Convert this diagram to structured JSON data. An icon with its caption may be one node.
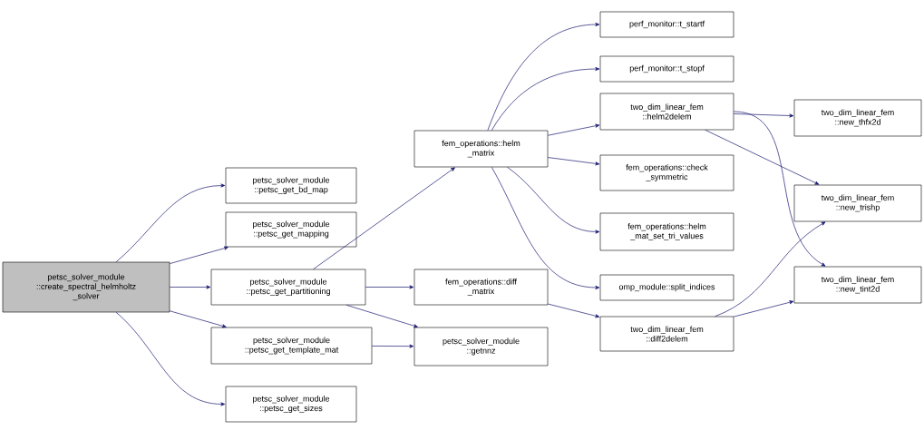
{
  "diagram": {
    "nodes": [
      {
        "text": [
          "petsc_solver_module ::create_spectral_helmholtz _solver"
        ]
      },
      {
        "text": [
          "petsc_solver_module ::petsc_get_bd_map"
        ]
      },
      {
        "text": [
          "petsc_solver_module ::petsc_get_mapping"
        ]
      },
      {
        "text": [
          "petsc_solver_module ::petsc_get_partitioning"
        ]
      },
      {
        "text": [
          "petsc_solver_module ::petsc_get_template_mat"
        ]
      },
      {
        "text": [
          "petsc_solver_module ::petsc_get_sizes"
        ]
      },
      {
        "text": [
          "fem_operations::helm _matrix"
        ]
      },
      {
        "text": [
          "fem_operations::diff _matrix"
        ]
      },
      {
        "text": [
          "petsc_solver_module ::getnnz"
        ]
      },
      {
        "text": [
          "perf_monitor::t_startf"
        ]
      },
      {
        "text": [
          "perf_monitor::t_stopf"
        ]
      },
      {
        "text": [
          "two_dim_linear_fem ::helm2delem"
        ]
      },
      {
        "text": [
          "fem_operations::check _symmetric"
        ]
      },
      {
        "text": [
          "fem_operations::helm _mat_set_tri_values"
        ]
      },
      {
        "text": [
          "omp_module::split_indices"
        ]
      },
      {
        "text": [
          "two_dim_linear_fem ::diff2delem"
        ]
      },
      {
        "text": [
          "two_dim_linear_fem ::new_thfx2d"
        ]
      },
      {
        "text": [
          "two_dim_linear_fem ::new_trishp"
        ]
      },
      {
        "text": [
          "two_dim_linear_fem ::new_tint2d"
        ]
      }
    ],
    "edges": [
      {
        "from": 0,
        "to": 1,
        "arrow": "to"
      },
      {
        "from": 0,
        "to": 2,
        "arrow": "to"
      },
      {
        "from": 0,
        "to": 3,
        "arrow": "to"
      },
      {
        "from": 0,
        "to": 4,
        "arrow": "to"
      },
      {
        "from": 0,
        "to": 5,
        "arrow": "to"
      },
      {
        "from": 3,
        "to": 6,
        "arrow": "to"
      },
      {
        "from": 3,
        "to": 7,
        "arrow": "to"
      },
      {
        "from": 3,
        "to": 8,
        "arrow": "to"
      },
      {
        "from": 4,
        "to": 8,
        "arrow": "to"
      },
      {
        "from": 6,
        "to": 9,
        "arrow": "to"
      },
      {
        "from": 6,
        "to": 10,
        "arrow": "to"
      },
      {
        "from": 6,
        "to": 11,
        "arrow": "to"
      },
      {
        "from": 6,
        "to": 12,
        "arrow": "to"
      },
      {
        "from": 6,
        "to": 13,
        "arrow": "to"
      },
      {
        "from": 6,
        "to": 14,
        "arrow": "to"
      },
      {
        "from": 7,
        "to": 15,
        "arrow": "to"
      },
      {
        "from": 11,
        "to": 16,
        "arrow": "to"
      },
      {
        "from": 11,
        "to": 17,
        "arrow": "to"
      },
      {
        "from": 11,
        "to": 18,
        "arrow": "to"
      },
      {
        "from": 15,
        "to": 17,
        "arrow": "to"
      },
      {
        "from": 15,
        "to": 18,
        "arrow": "to"
      }
    ]
  }
}
